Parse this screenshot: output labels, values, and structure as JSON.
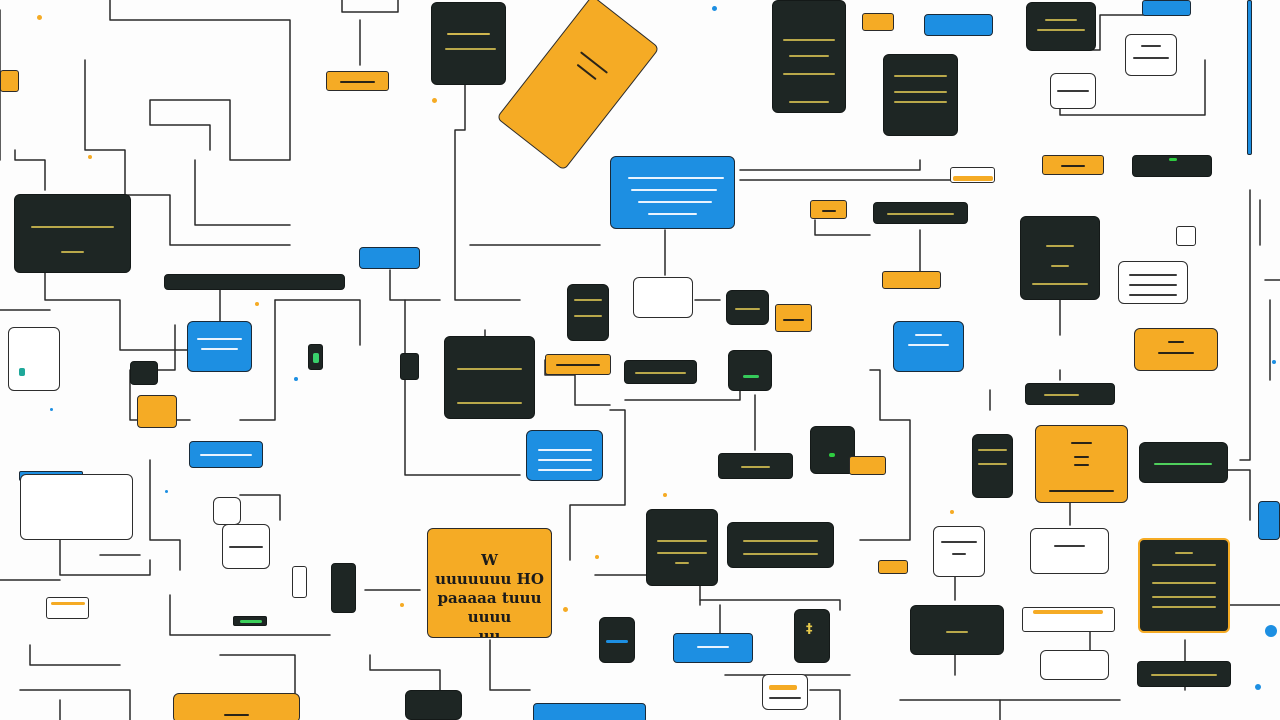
{
  "diagram": {
    "featured_node": {
      "lines": [
        "W",
        "uuuuuuu HO",
        "paaaaa tuuu",
        "uuuu",
        "uu"
      ]
    },
    "palette": {
      "dark": "#1e2624",
      "orange": "#f5ab25",
      "blue": "#1d8fe2",
      "white": "#ffffff",
      "wire": "#2a2a2a"
    }
  }
}
